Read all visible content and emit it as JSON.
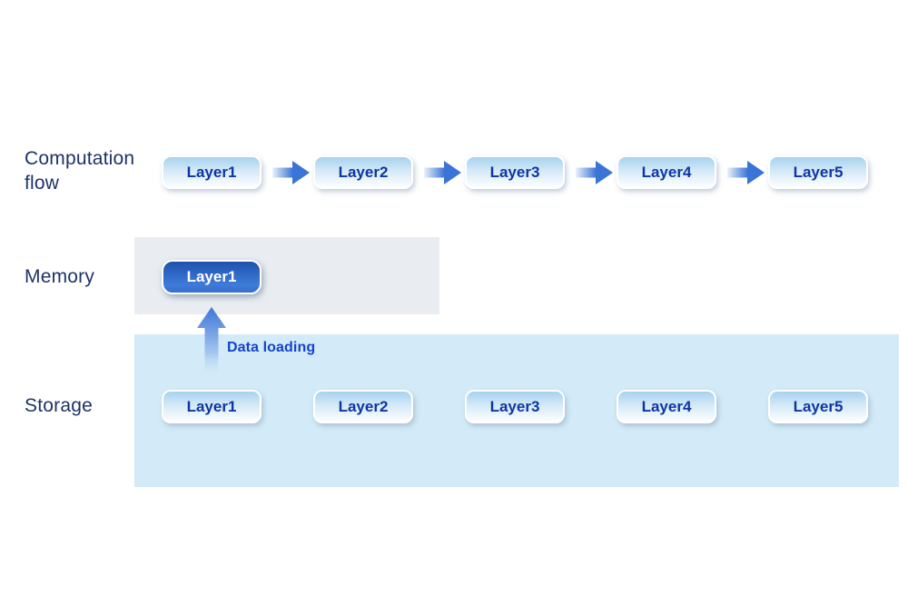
{
  "labels": {
    "computation_flow": "Computation flow",
    "memory": "Memory",
    "storage": "Storage",
    "data_loading": "Data loading"
  },
  "computation_flow": {
    "layers": [
      "Layer1",
      "Layer2",
      "Layer3",
      "Layer4",
      "Layer5"
    ]
  },
  "memory": {
    "loaded_layer": "Layer1"
  },
  "storage": {
    "layers": [
      "Layer1",
      "Layer2",
      "Layer3",
      "Layer4",
      "Layer5"
    ]
  },
  "colors": {
    "side_label_text": "#1d3368",
    "layer_text": "#0c36a4",
    "layer_box_gradient_top": "#a6d2ef",
    "layer_box_gradient_bottom": "#fdfeff",
    "memory_panel_bg": "#e9edf1",
    "storage_panel_bg": "#d3ebf8",
    "loaded_box_gradient_top": "#1f52ae",
    "loaded_box_gradient_bottom": "#3f7bd9",
    "loaded_box_text": "#ffffff",
    "arrow_blue": "#3b74d7",
    "data_loading_text": "#1243cd"
  }
}
